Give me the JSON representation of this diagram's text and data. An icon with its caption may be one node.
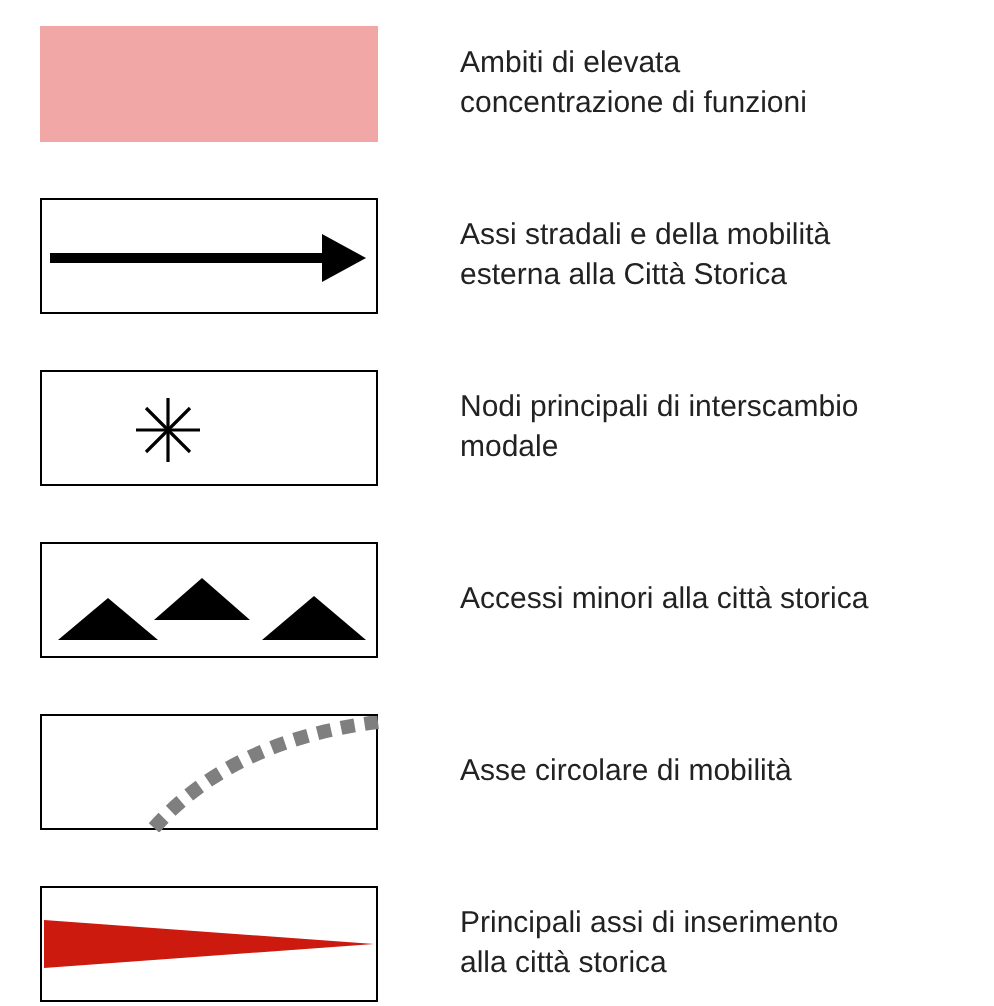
{
  "diagram": {
    "legend": [
      {
        "text": "Ambiti di elevata concentrazione di funzioni",
        "color": "#f2a7a7"
      },
      {
        "text": "Assi stradali e della mobilità esterna alla Città Storica"
      },
      {
        "text": "Nodi principali di interscambio modale"
      },
      {
        "text": "Accessi minori alla città storica"
      },
      {
        "text": "Asse circolare di mobilità"
      },
      {
        "text": "Principali assi di inserimento alla città storica"
      }
    ]
  }
}
